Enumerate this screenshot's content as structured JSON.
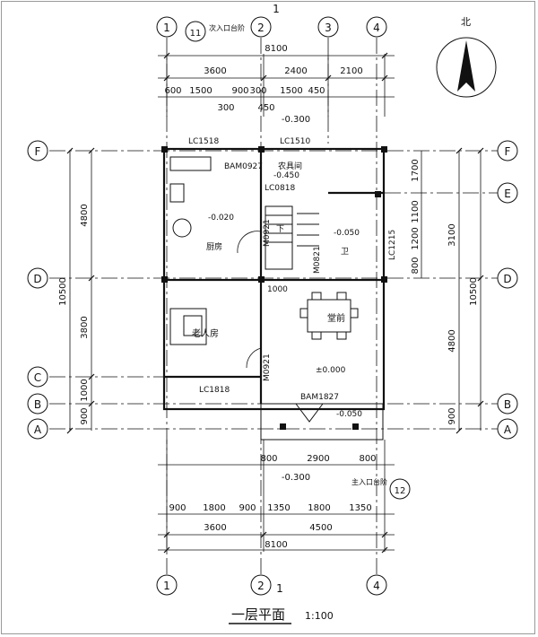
{
  "drawing_title": "一层平面",
  "scale": "1:100",
  "north_label": "北",
  "section_mark": "1",
  "grid": {
    "col_top": [
      "1",
      "2",
      "3",
      "4"
    ],
    "col_bottom": [
      "1",
      "2",
      "4"
    ],
    "col_sub_top": "11",
    "col_sub_note": "次入口台阶",
    "rows_left": [
      "F",
      "D",
      "C",
      "B",
      "A"
    ],
    "rows_right": [
      "F",
      "E",
      "D",
      "B",
      "A"
    ]
  },
  "dims_top": {
    "total": "8100",
    "mid": [
      "3600",
      "2400",
      "2100"
    ],
    "detail": [
      "600",
      "1500",
      "900",
      "300",
      "1500",
      "450"
    ],
    "small": [
      "300",
      "450"
    ]
  },
  "dims_bottom": {
    "entry": [
      "800",
      "2900",
      "800"
    ],
    "detail": [
      "900",
      "1800",
      "900",
      "1350",
      "1800",
      "1350"
    ],
    "mid": [
      "3600",
      "4500"
    ],
    "total": "8100"
  },
  "dims_left": {
    "total": "10500",
    "parts": [
      "4800",
      "3800",
      "1000",
      "900"
    ]
  },
  "dims_right": {
    "total": "10500",
    "outer": [
      "3100",
      "4800",
      "900"
    ],
    "inner": [
      "1700",
      "1100",
      "1200",
      "800"
    ]
  },
  "elev": {
    "top_step": "-0.300",
    "bottom_step": "-0.300",
    "storage": "-0.450",
    "kitchen": "-0.020",
    "bath": "-0.050",
    "floor": "±0.000",
    "porch": "-0.050"
  },
  "rooms": {
    "kitchen": "厨房",
    "storage": "农具间",
    "bedroom": "老人房",
    "hall": "堂前",
    "wc": "卫",
    "stair": "下"
  },
  "openings": [
    "LC1518",
    "LC1510",
    "BAM0927",
    "LC0818",
    "M0921",
    "M0821",
    "LC1215",
    "M0921",
    "LC1818",
    "BAM1827"
  ],
  "entry_label": "主入口台阶",
  "entry_ref": "12",
  "entry_ref_top": "1"
}
